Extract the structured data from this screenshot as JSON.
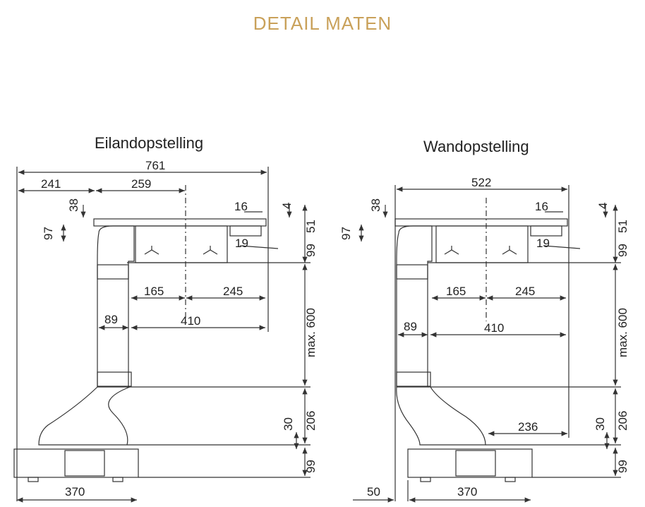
{
  "title": "DETAIL MATEN",
  "colors": {
    "title_accent": "#c9a15a",
    "lines": "#333333"
  },
  "left": {
    "heading": "Eilandopstelling",
    "dims": {
      "d761": "761",
      "d241": "241",
      "d259": "259",
      "d38": "38",
      "d16": "16",
      "d4": "4",
      "d97": "97",
      "d51": "51",
      "d19": "19",
      "d99a": "99",
      "d165": "165",
      "d245": "245",
      "d89": "89",
      "d410": "410",
      "dmax600": "max. 600",
      "d30": "30",
      "d206": "206",
      "d99b": "99",
      "d370": "370"
    }
  },
  "right": {
    "heading": "Wandopstelling",
    "dims": {
      "d522": "522",
      "d38": "38",
      "d16": "16",
      "d4": "4",
      "d97": "97",
      "d51": "51",
      "d19": "19",
      "d99a": "99",
      "d165": "165",
      "d245": "245",
      "d89": "89",
      "d410": "410",
      "dmax600": "max. 600",
      "d236": "236",
      "d30": "30",
      "d206": "206",
      "d99b": "99",
      "d50": "50",
      "d370": "370"
    }
  }
}
